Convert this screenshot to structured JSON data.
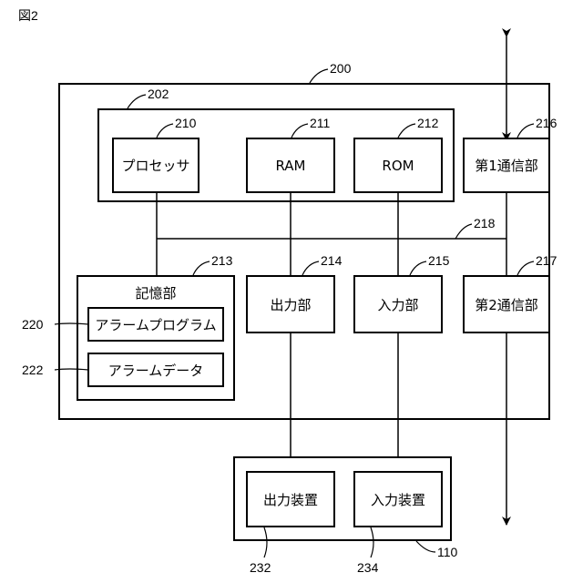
{
  "figure_label": "図2",
  "refs": {
    "r200": "200",
    "r202": "202",
    "r210": "210",
    "r211": "211",
    "r212": "212",
    "r216": "216",
    "r218": "218",
    "r213": "213",
    "r214": "214",
    "r215": "215",
    "r217": "217",
    "r220": "220",
    "r222": "222",
    "r232": "232",
    "r234": "234",
    "r110": "110"
  },
  "blocks": {
    "processor": "プロセッサ",
    "ram": "RAM",
    "rom": "ROM",
    "comm1": "第1通信部",
    "storage": "記憶部",
    "alarm_program": "アラームプログラム",
    "alarm_data": "アラームデータ",
    "output_unit": "出力部",
    "input_unit": "入力部",
    "comm2": "第2通信部",
    "output_device": "出力装置",
    "input_device": "入力装置"
  }
}
